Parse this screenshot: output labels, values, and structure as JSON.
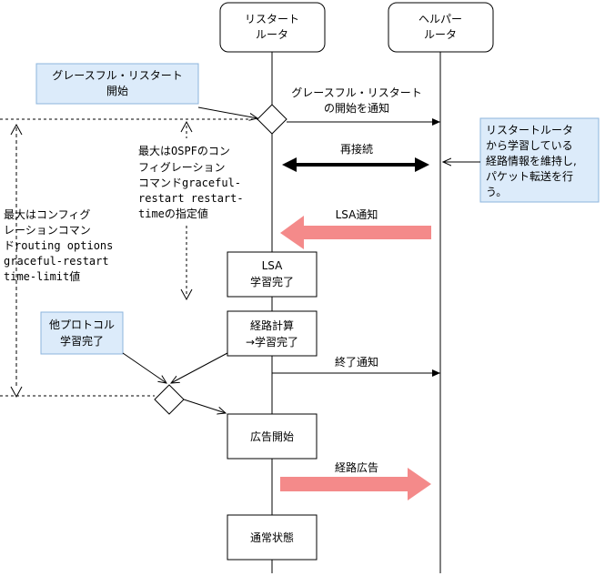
{
  "lifelines": {
    "restart_router": [
      "リスタート",
      "ルータ"
    ],
    "helper_router": [
      "ヘルパー",
      "ルータ"
    ]
  },
  "notes": {
    "graceful_restart_start": [
      "グレースフル・リスタート",
      "開始"
    ],
    "helper_retains_routes": [
      "リスタートルータ",
      "から学習している",
      "経路情報を維持し,",
      "パケット転送を行",
      "う。"
    ],
    "other_protocols_learned": [
      "他プロトコル",
      "学習完了"
    ]
  },
  "annotations": {
    "ospf_limit": [
      "最大はOSPFのコン",
      "フィグレーション",
      "コマンドgraceful-",
      "restart restart-",
      "timeの指定値"
    ],
    "overall_limit": [
      "最大はコンフィグ",
      "レーションコマン",
      "ドrouting options",
      "graceful-restart",
      "time-limit値"
    ]
  },
  "messages": {
    "start_notify": [
      "グレースフル・リスタート",
      "の開始を通知"
    ],
    "reconnect": "再接続",
    "lsa_notify": "LSA通知",
    "end_notify": "終了通知",
    "route_advertise": "経路広告"
  },
  "states": {
    "lsa_learned": [
      "LSA",
      "学習完了"
    ],
    "route_calc": [
      "経路計算",
      "→学習完了"
    ],
    "ad_start": "広告開始",
    "normal": "通常状態"
  },
  "colors": {
    "note_fill": "#dcebfa",
    "note_stroke": "#8cb4dc",
    "big_arrow": "#f48a8a",
    "line": "#000000"
  }
}
